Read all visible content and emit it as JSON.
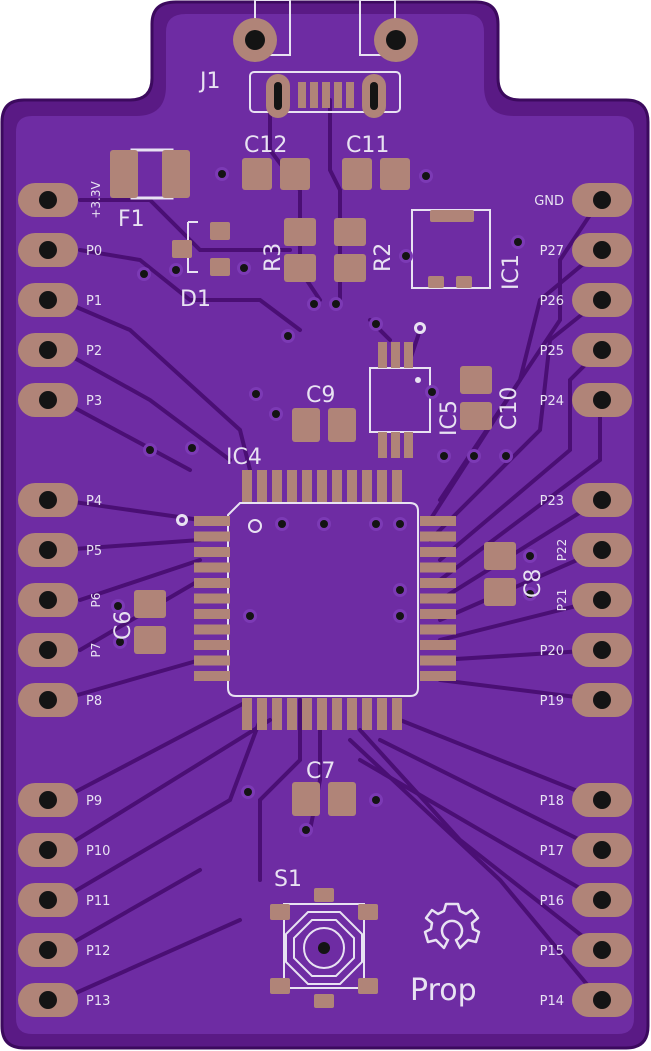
{
  "board": {
    "colors": {
      "substrate": "#5a1a85",
      "copper": "#6e2ca3",
      "trace": "#4a0f74",
      "pad": "#b08478",
      "drill": "#141414",
      "silkscreen": "#e8e2f2",
      "outline": "#3c0a5e"
    },
    "logo": "Prop",
    "logo_icon": "open-hardware-gear-icon"
  },
  "left_pins": [
    "+3.3V",
    "P0",
    "P1",
    "P2",
    "P3",
    "",
    "P4",
    "P5",
    "P6",
    "P7",
    "P8",
    "",
    "P9",
    "P10",
    "P11",
    "P12",
    "P13"
  ],
  "right_pins": [
    "GND",
    "P27",
    "P26",
    "P25",
    "P24",
    "",
    "P23",
    "P22",
    "P21",
    "P20",
    "P19",
    "",
    "P18",
    "P17",
    "P16",
    "P15",
    "P14"
  ],
  "refs": {
    "j1": "J1",
    "c12": "C12",
    "c11": "C11",
    "f1": "F1",
    "r3": "R3",
    "r2": "R2",
    "ic1": "IC1",
    "d1": "D1",
    "c9": "C9",
    "ic5": "IC5",
    "c10": "C10",
    "ic4": "IC4",
    "c8": "C8",
    "c6": "C6",
    "c7": "C7",
    "s1": "S1"
  }
}
